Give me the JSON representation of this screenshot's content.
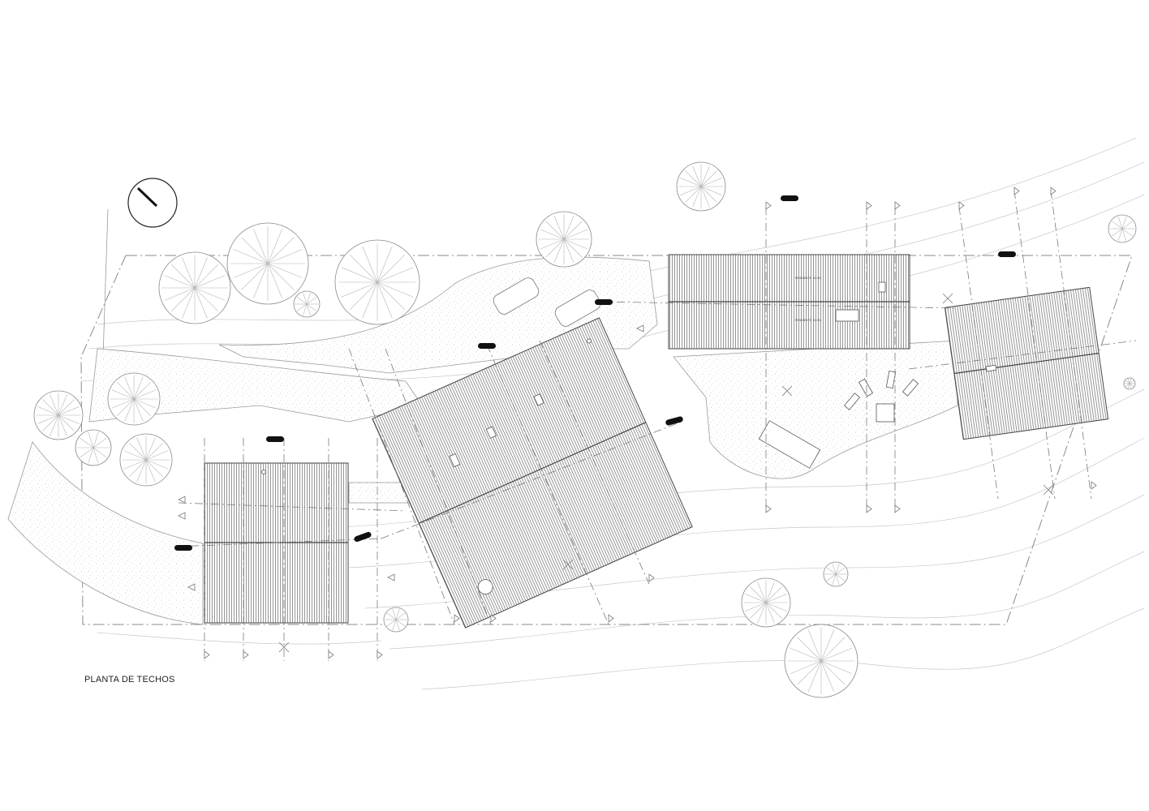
{
  "drawing": {
    "title": "PLANTA DE TECHOS",
    "roof_slope_label": "PENDIENTE 10.0%"
  },
  "roofs": [
    {
      "id": "roof-west",
      "has_skylight": true
    },
    {
      "id": "roof-center",
      "has_skylight": true
    },
    {
      "id": "roof-north",
      "has_skylight": true
    },
    {
      "id": "roof-east",
      "has_skylight": true
    }
  ],
  "icons": {
    "north_arrow": "north-arrow-icon",
    "section_marker": "section-marker-icon",
    "tree": "tree-icon",
    "car": "car-icon"
  },
  "colors": {
    "line": "#444444",
    "faint": "#c8c8c8",
    "marker": "#111111"
  }
}
